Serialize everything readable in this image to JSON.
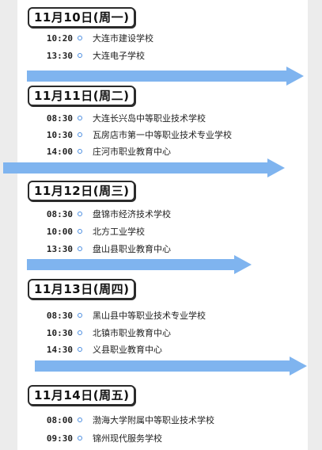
{
  "schedule": [
    {
      "day": "11月10日(周一)",
      "items": [
        {
          "time": "10:20",
          "school": "大连市建设学校"
        },
        {
          "time": "13:30",
          "school": "大连电子学校"
        }
      ]
    },
    {
      "day": "11月11日(周二)",
      "items": [
        {
          "time": "08:30",
          "school": "大连长兴岛中等职业技术学校"
        },
        {
          "time": "10:30",
          "school": "瓦房店市第一中等职业技术专业学校"
        },
        {
          "time": "14:00",
          "school": "庄河市职业教育中心"
        }
      ]
    },
    {
      "day": "11月12日(周三)",
      "items": [
        {
          "time": "08:30",
          "school": "盘锦市经济技术学校"
        },
        {
          "time": "10:00",
          "school": "北方工业学校"
        },
        {
          "time": "13:30",
          "school": "盘山县职业教育中心"
        }
      ]
    },
    {
      "day": "11月13日(周四)",
      "items": [
        {
          "time": "08:30",
          "school": "黑山县中等职业技术专业学校"
        },
        {
          "time": "10:30",
          "school": "北镇市职业教育中心"
        },
        {
          "time": "14:30",
          "school": "义县职业教育中心"
        }
      ]
    },
    {
      "day": "11月14日(周五)",
      "items": [
        {
          "time": "08:00",
          "school": "渤海大学附属中等职业技术学校"
        },
        {
          "time": "09:30",
          "school": "锦州现代服务学校"
        }
      ]
    }
  ],
  "colors": {
    "arrow": "#7fb4ef",
    "dot": "#4a8de0"
  },
  "icons": {
    "arrow": "right-arrow-icon",
    "bullet": "circle-bullet-icon"
  }
}
